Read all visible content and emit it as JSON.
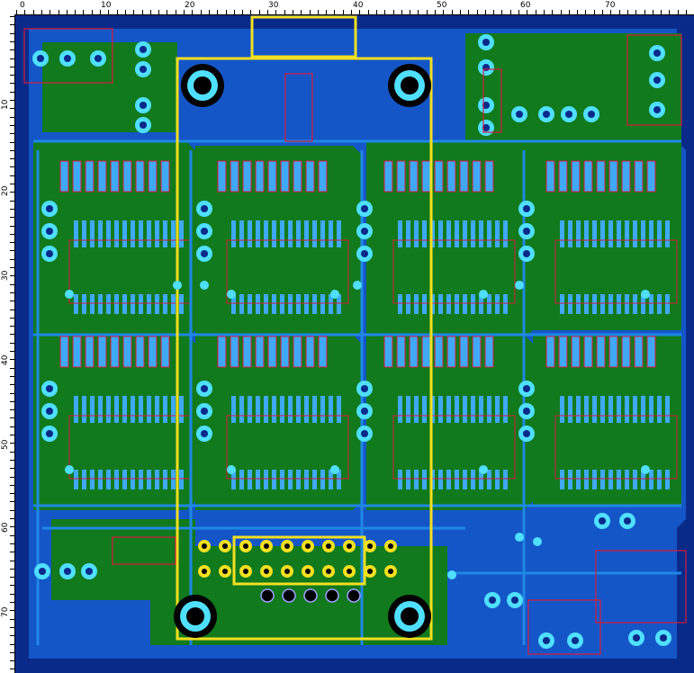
{
  "ruler": {
    "x_labels": [
      "0",
      "10",
      "20",
      "30",
      "40",
      "50",
      "60",
      "70"
    ],
    "y_labels": [
      "10",
      "20",
      "30",
      "40",
      "50",
      "60",
      "70"
    ]
  },
  "colors": {
    "background": "#0a2a8a",
    "board_fill": "#1456c8",
    "copper_bottom": "#1e88e5",
    "copper_top_pad": "#3fa9f5",
    "ground_green": "#117a1d",
    "pad_cyan": "#4fe0ff",
    "silk_yellow": "#f2e020",
    "component_red": "#d81b3c",
    "pad_hole": "#000000"
  },
  "icons": {
    "pad": "round-pad-icon",
    "mounting_hole": "mounting-hole-icon",
    "connector": "header-connector-icon"
  }
}
